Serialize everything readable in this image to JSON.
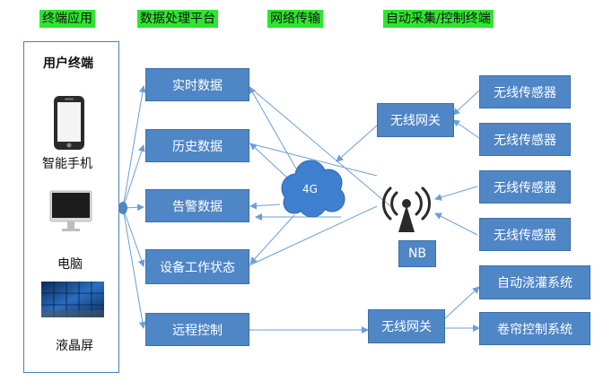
{
  "headers": {
    "terminal_app": "终端应用",
    "data_platform": "数据处理平台",
    "network": "网络传输",
    "collection": "自动采集/控制终端"
  },
  "terminal": {
    "title": "用户终端",
    "phone": "智能手机",
    "computer": "电脑",
    "lcd": "液晶屏"
  },
  "platform": {
    "realtime": "实时数据",
    "history": "历史数据",
    "alarm": "告警数据",
    "device_status": "设备工作状态",
    "remote_control": "远程控制"
  },
  "network": {
    "cloud_label": "4G",
    "nb_label": "NB",
    "gateway_top": "无线网关",
    "gateway_bottom": "无线网关"
  },
  "devices": {
    "sensor1": "无线传感器",
    "sensor2": "无线传感器",
    "sensor3": "无线传感器",
    "sensor4": "无线传感器",
    "irrigation": "自动浇灌系统",
    "curtain": "卷帘控制系统"
  },
  "colors": {
    "box_fill": "#4f86c6",
    "line": "#6b9ed8",
    "header_bg": "#2ee62e",
    "cloud": "#3f7fd0"
  }
}
